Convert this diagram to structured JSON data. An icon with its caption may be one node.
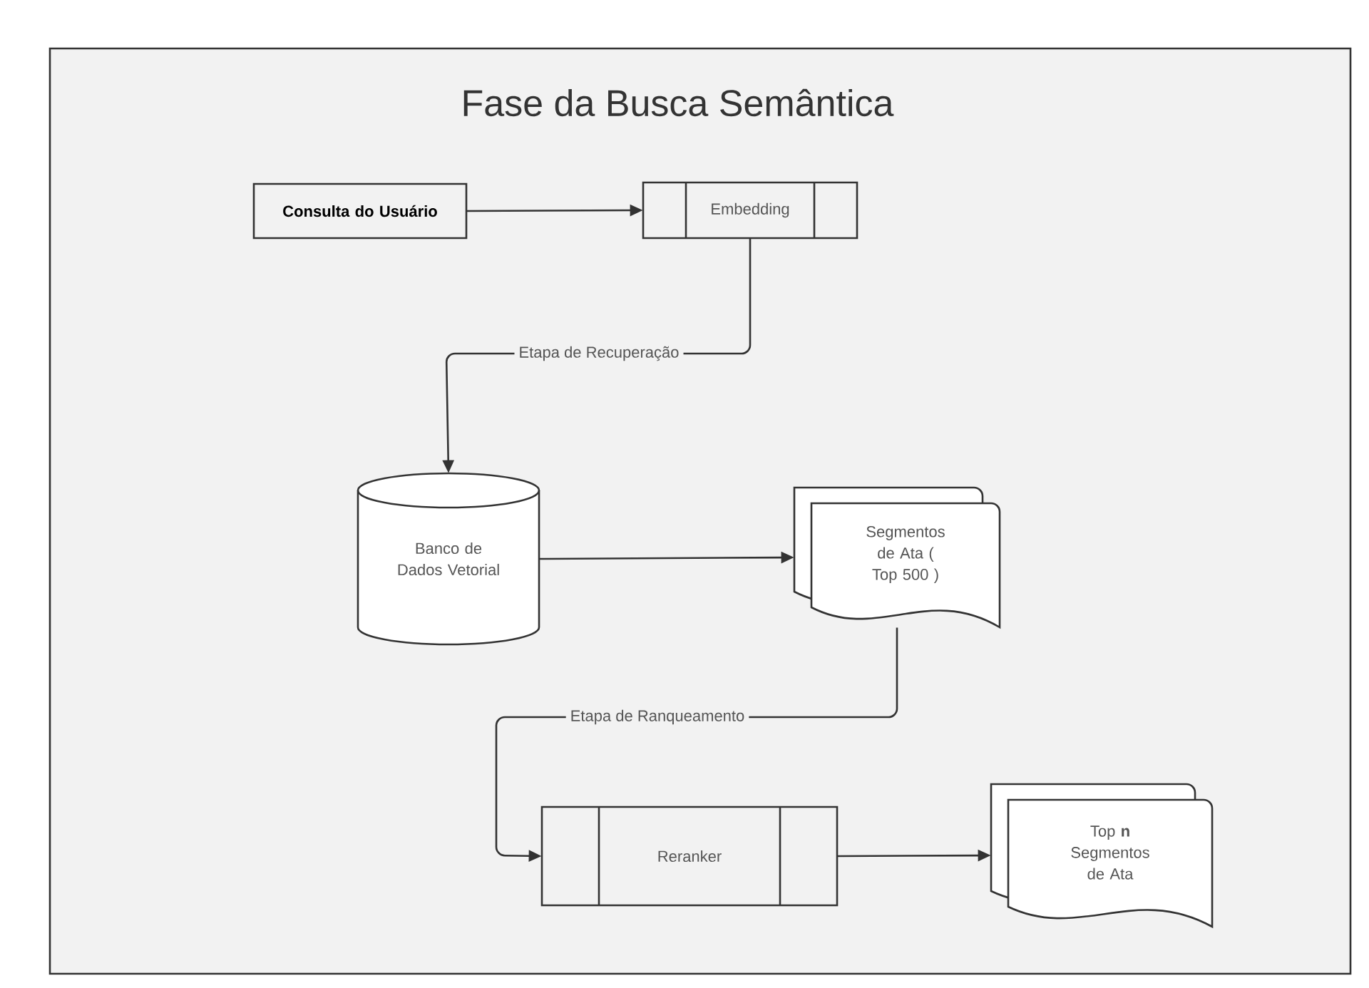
{
  "diagram": {
    "title": "Fase da Busca Semântica",
    "nodes": [
      {
        "text": [
          "Consulta do Usuário"
        ]
      },
      {
        "text": [
          "Embedding"
        ]
      },
      {
        "text": [
          "Banco de Dados Vetorial"
        ]
      },
      {
        "text": [
          "Segmentos de Ata ( Top 500 )"
        ]
      },
      {
        "text": [
          "Reranker"
        ]
      },
      {
        "text": [
          "Top **n** Segmentos de Ata"
        ]
      }
    ],
    "edges": [
      {
        "from": 0,
        "to": 1,
        "arrow": "to"
      },
      {
        "from": 1,
        "to": 2,
        "arrow": "to",
        "label": "Etapa de Recuperação"
      },
      {
        "from": 2,
        "to": 3,
        "arrow": "to"
      },
      {
        "from": 3,
        "to": 4,
        "arrow": "to",
        "label": "Etapa de Ranqueamento"
      },
      {
        "from": 4,
        "to": 5,
        "arrow": "to"
      }
    ]
  }
}
